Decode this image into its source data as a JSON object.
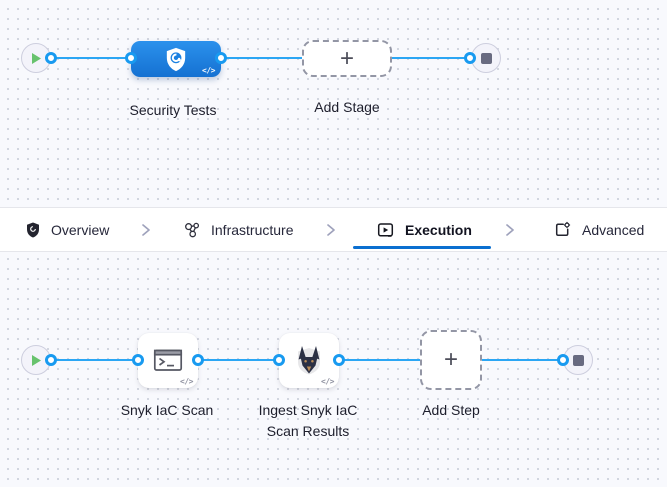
{
  "stage_graph": {
    "stage_label": "Security Tests",
    "add_stage_label": "Add Stage"
  },
  "tab_bar": {
    "tabs": [
      {
        "label": "Overview",
        "icon": "shield-icon",
        "active": false
      },
      {
        "label": "Infrastructure",
        "icon": "infrastructure-icon",
        "active": false
      },
      {
        "label": "Execution",
        "icon": "execution-icon",
        "active": true
      },
      {
        "label": "Advanced",
        "icon": "advanced-icon",
        "active": false
      }
    ]
  },
  "execution_graph": {
    "steps": [
      {
        "label": "Snyk IaC Scan",
        "icon": "terminal-icon"
      },
      {
        "label": "Ingest Snyk IaC Scan Results",
        "icon": "snyk-dog-icon"
      }
    ],
    "add_step_label": "Add Step"
  },
  "icons": {
    "plus_glyph": "+",
    "code_glyph": "</>"
  },
  "colors": {
    "accent_blue": "#0b6fd0",
    "edge_blue": "#2ba6f4",
    "stage_blue": "#1f87e5",
    "play_green": "#67c26d",
    "stop_gray": "#686a80"
  }
}
